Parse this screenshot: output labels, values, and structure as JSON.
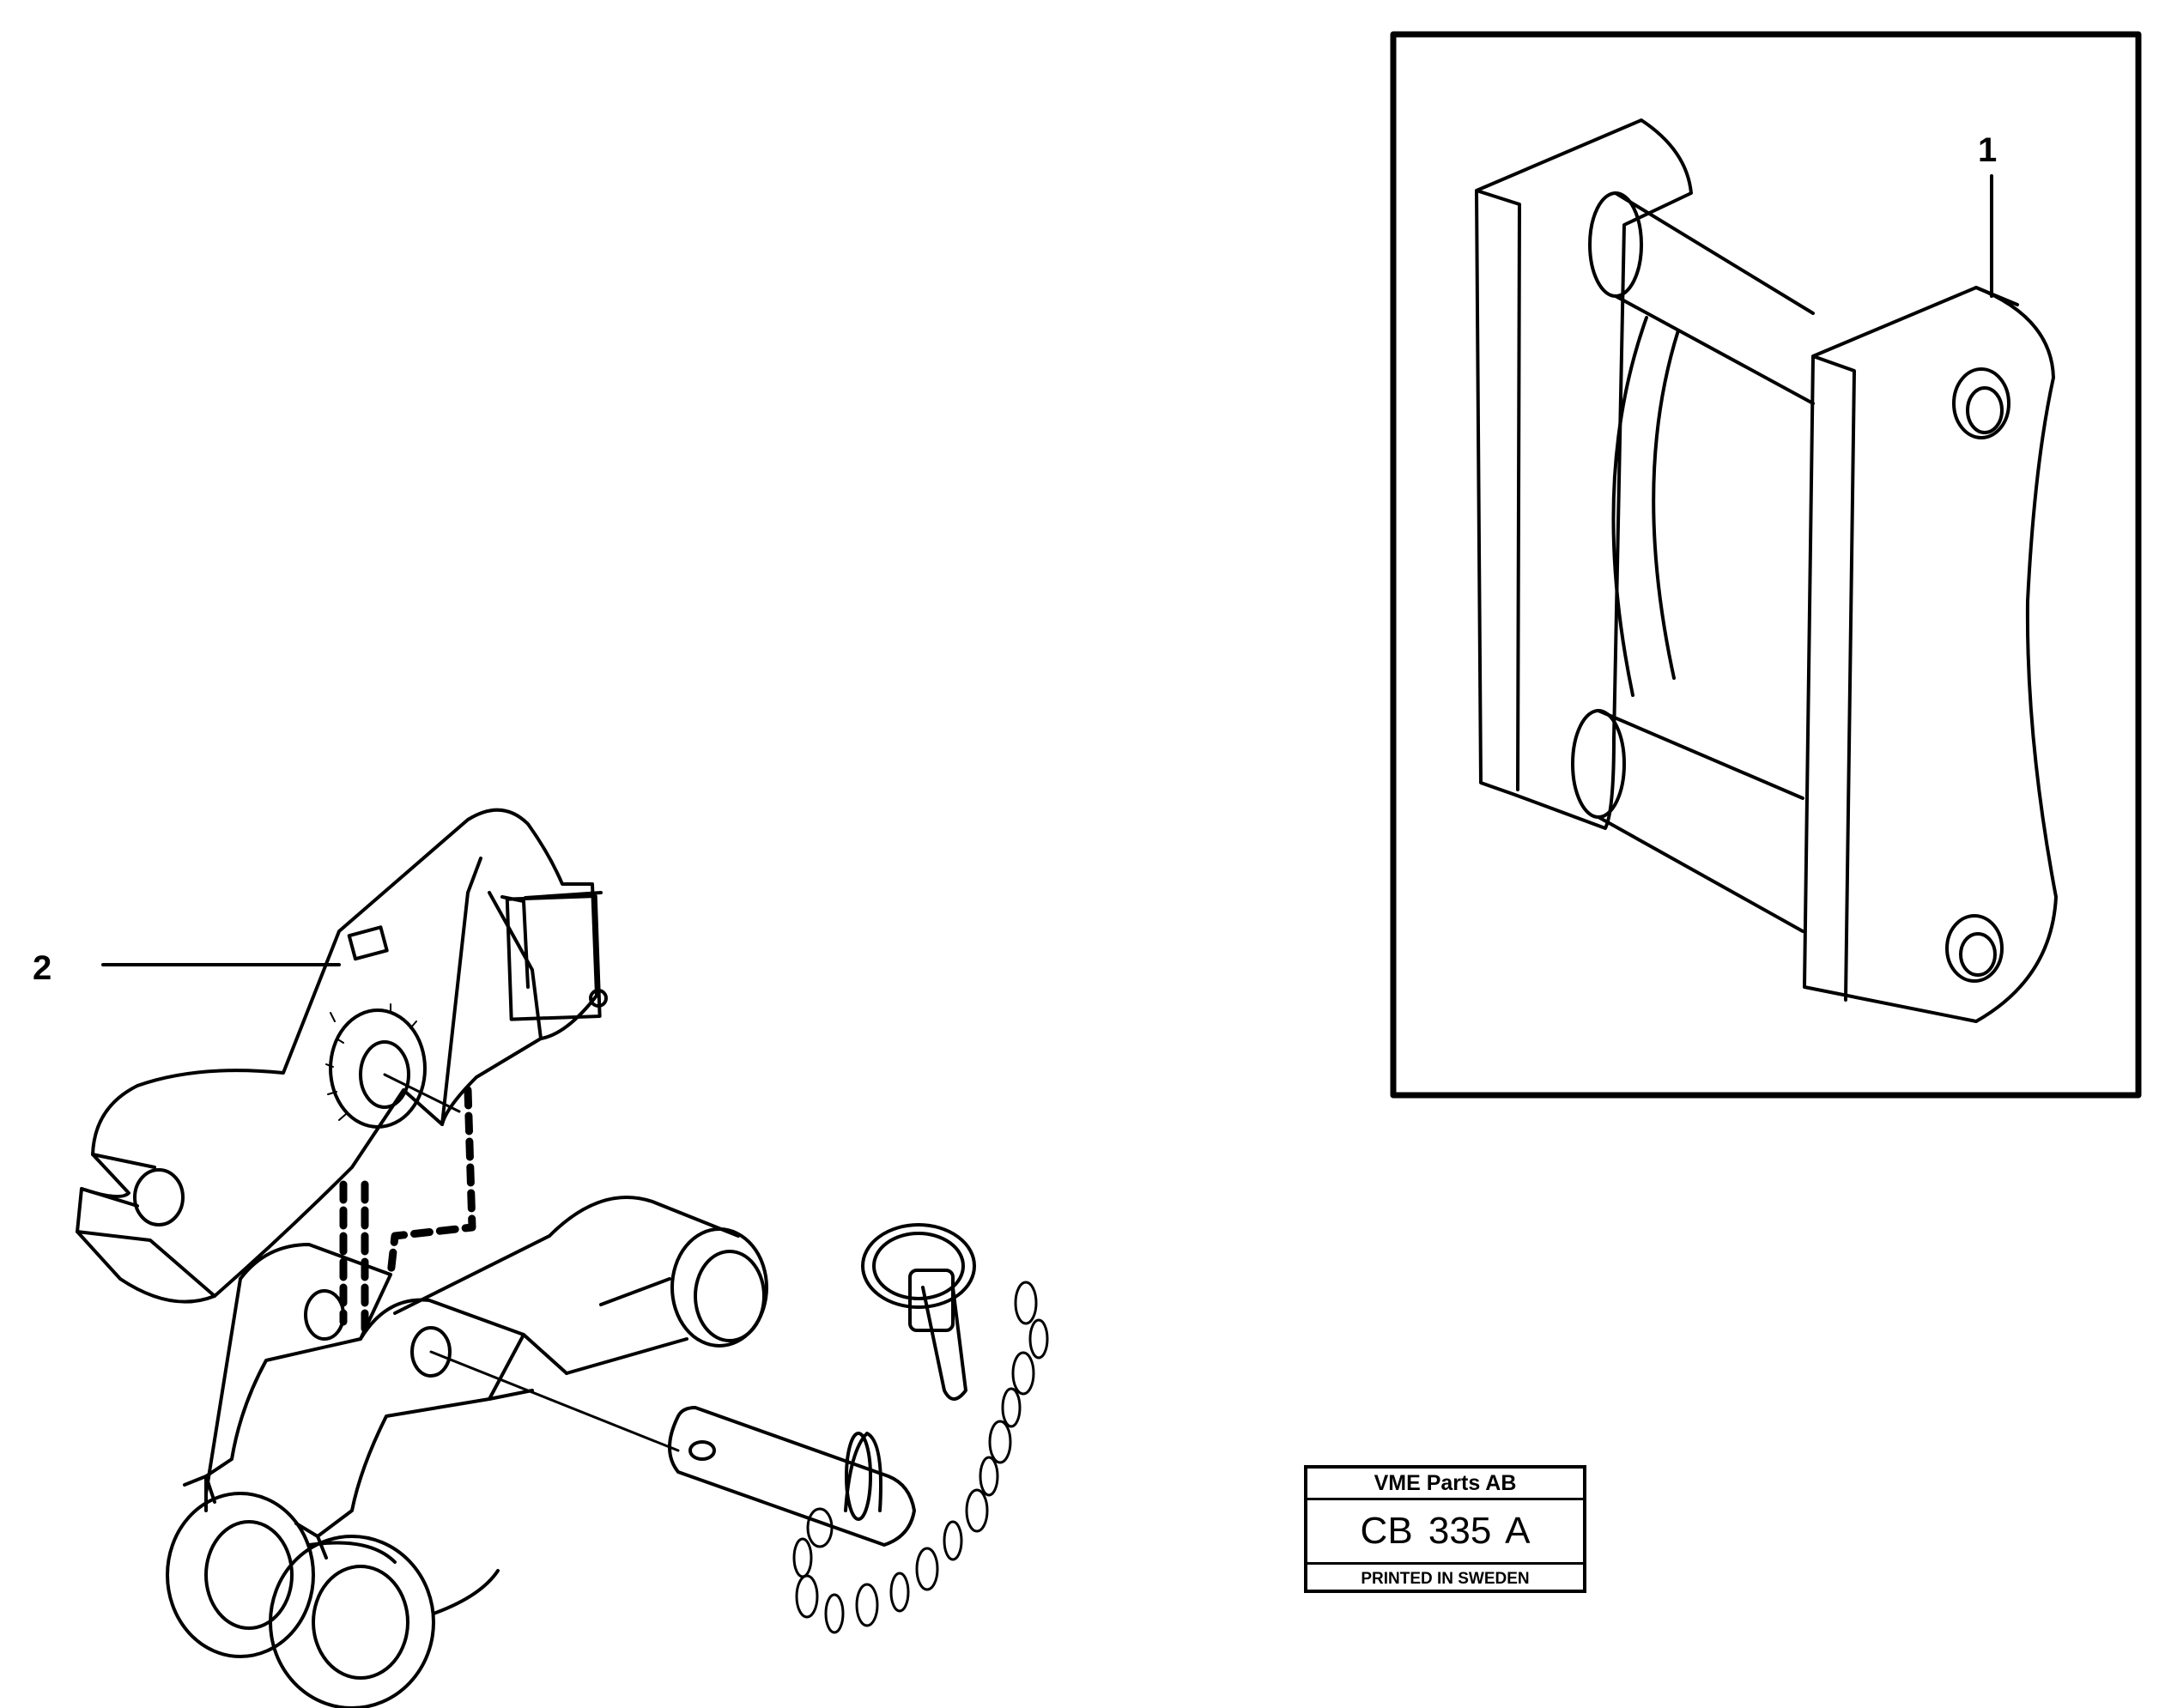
{
  "callouts": [
    {
      "id": "1",
      "text": "1"
    },
    {
      "id": "2",
      "text": "2"
    }
  ],
  "stamp": {
    "company": "VME Parts AB",
    "code": "CB 335 A",
    "printed": "PRINTED IN SWEDEN"
  },
  "parts": [
    "bracket-assembly",
    "hook-lever",
    "link-frame",
    "lock-pin-with-chain"
  ],
  "colors": {
    "ink": "#000000",
    "paper": "#ffffff"
  }
}
